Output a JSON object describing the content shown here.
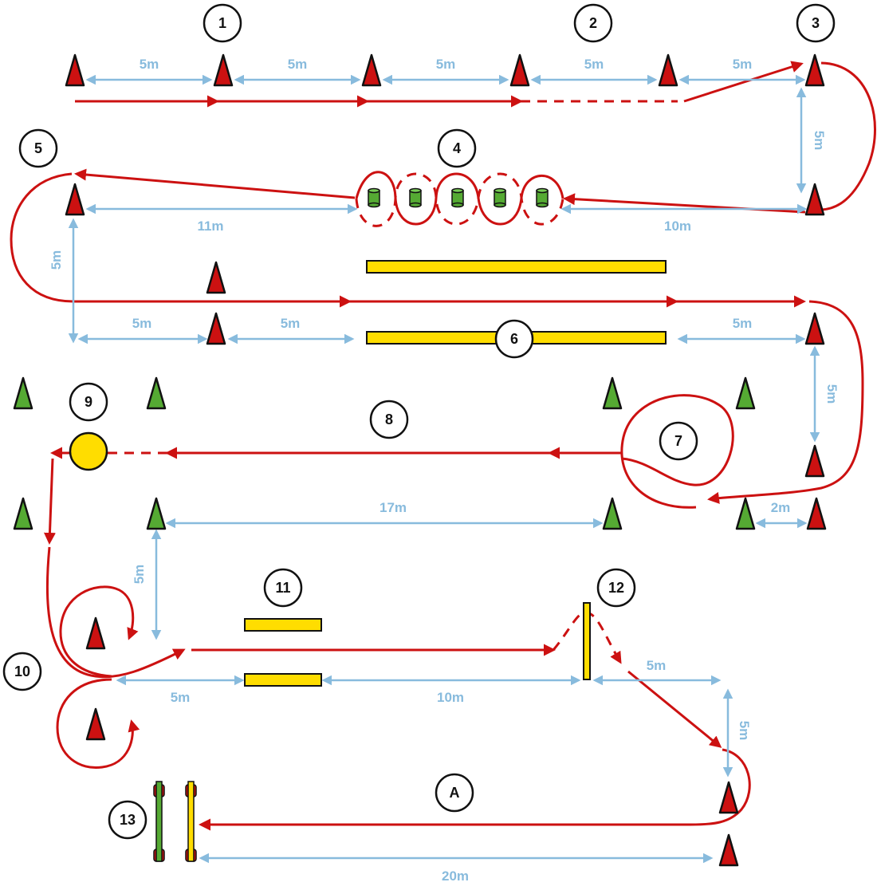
{
  "stations": [
    "1",
    "2",
    "3",
    "4",
    "5",
    "6",
    "7",
    "8",
    "9",
    "10",
    "11",
    "12",
    "13",
    "A"
  ],
  "distances": {
    "row1": [
      "5m",
      "5m",
      "5m",
      "5m",
      "5m"
    ],
    "right_top_vertical": "5m",
    "slalom_left": "11m",
    "slalom_right": "10m",
    "left_vertical": "5m",
    "lane_left_a": "5m",
    "lane_left_b": "5m",
    "lane_right": "5m",
    "right_middle_vertical": "5m",
    "green_gap": "2m",
    "long_green": "17m",
    "left_lower_vertical": "5m",
    "lower_left": "5m",
    "lower_mid": "10m",
    "lower_right": "5m",
    "lower_right_vertical": "5m",
    "final": "20m"
  },
  "colors": {
    "route": "#cc1111",
    "measure": "#88bbdd",
    "cone_red": "#cc1111",
    "cone_green": "#55aa33",
    "plank": "#ffdd00",
    "barrel": "#55aa33",
    "ball": "#ffdd00"
  }
}
